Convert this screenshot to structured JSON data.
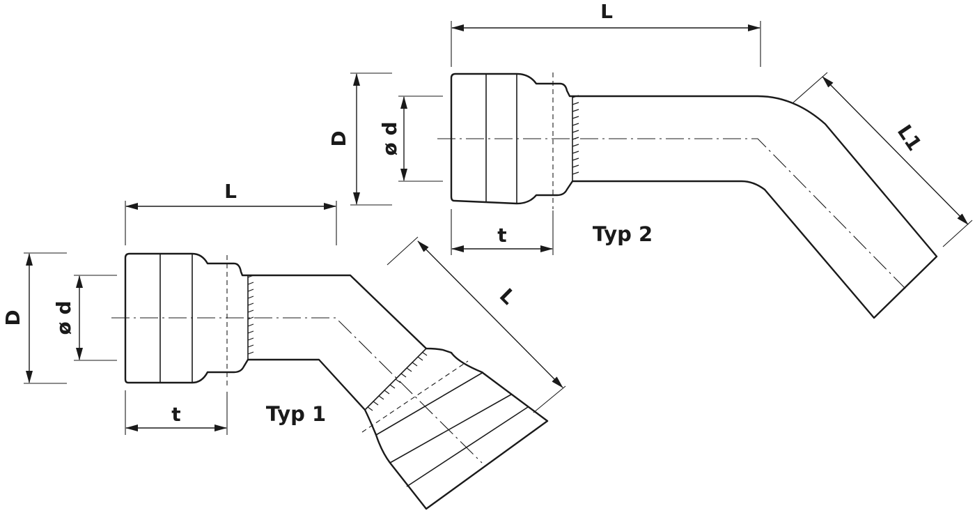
{
  "typ1": {
    "title": "Typ 1",
    "labels": {
      "L_horizontal": "L",
      "L_angled": "L",
      "D": "D",
      "d": "ø d",
      "t": "t"
    }
  },
  "typ2": {
    "title": "Typ 2",
    "labels": {
      "L": "L",
      "L1": "L1",
      "D": "D",
      "d": "ø d",
      "t": "t"
    }
  }
}
